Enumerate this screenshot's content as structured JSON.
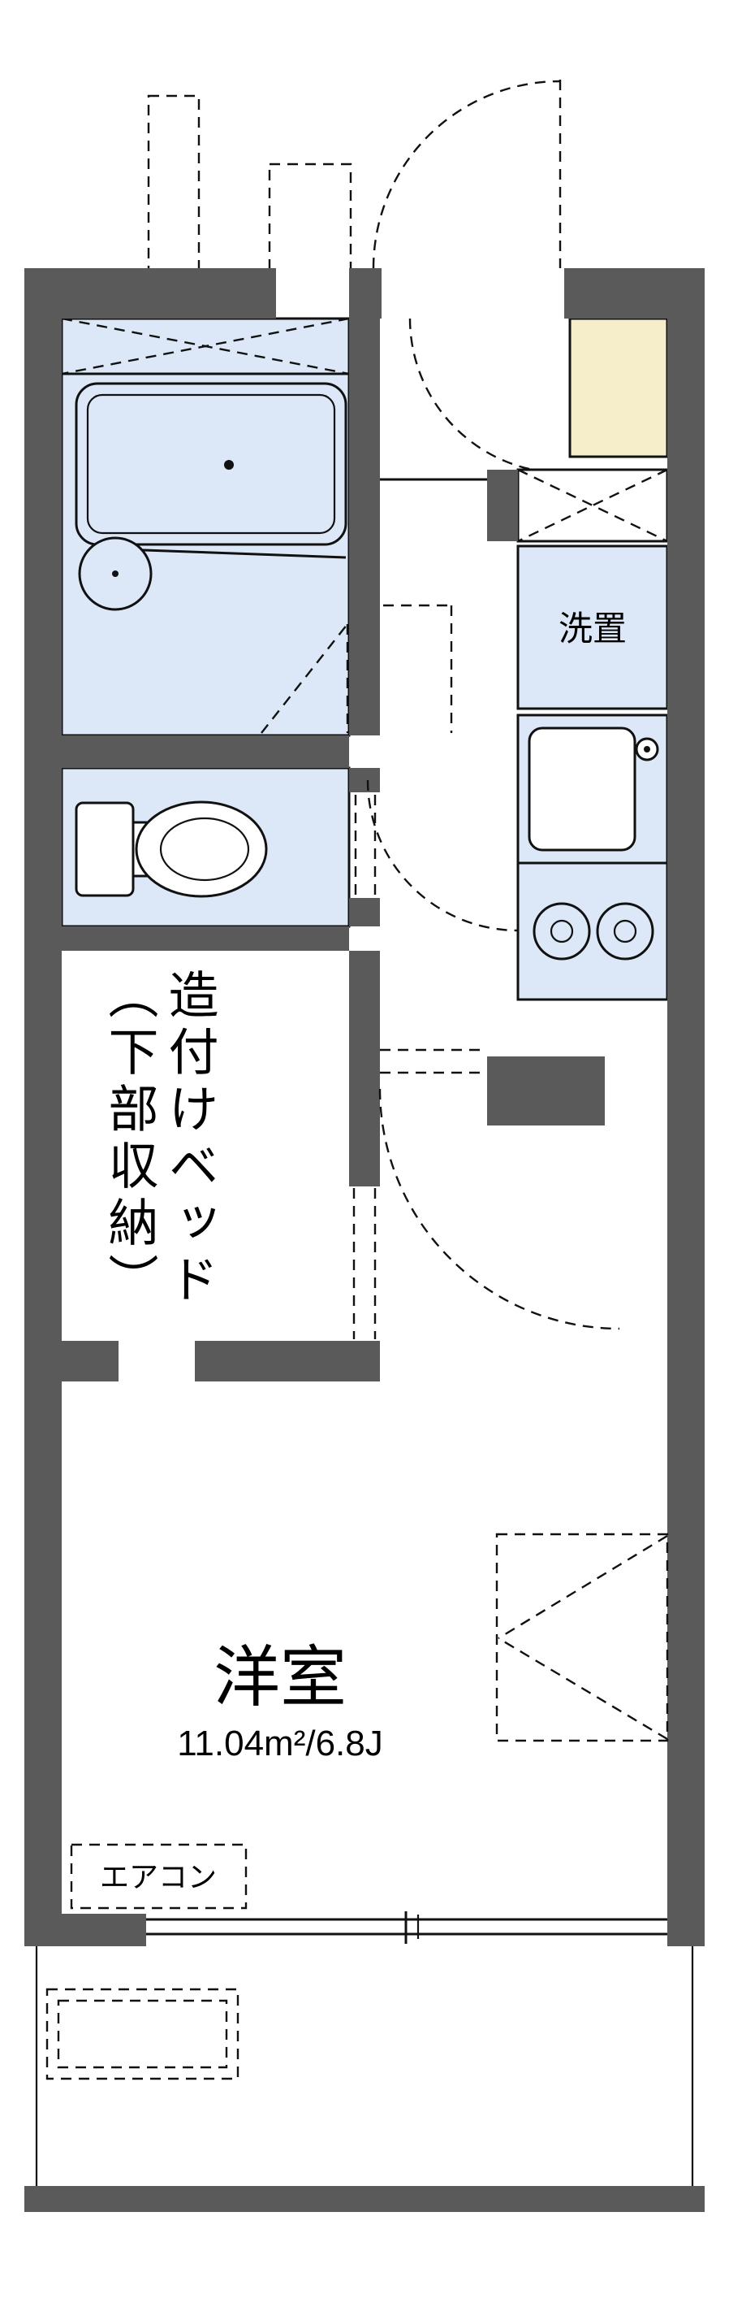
{
  "floor_plan": {
    "labels": {
      "laundry": "洗置",
      "bed_column_right": "造付けベッド",
      "bed_column_left": "（下部収納）",
      "main_room_name": "洋室",
      "main_room_area": "11.04m²/6.8J",
      "aircon": "エアコン"
    },
    "colors": {
      "wall": "#5a5a5a",
      "fixture": "#dce8f7",
      "cabinet": "#f6eeca",
      "line": "#111111"
    }
  }
}
